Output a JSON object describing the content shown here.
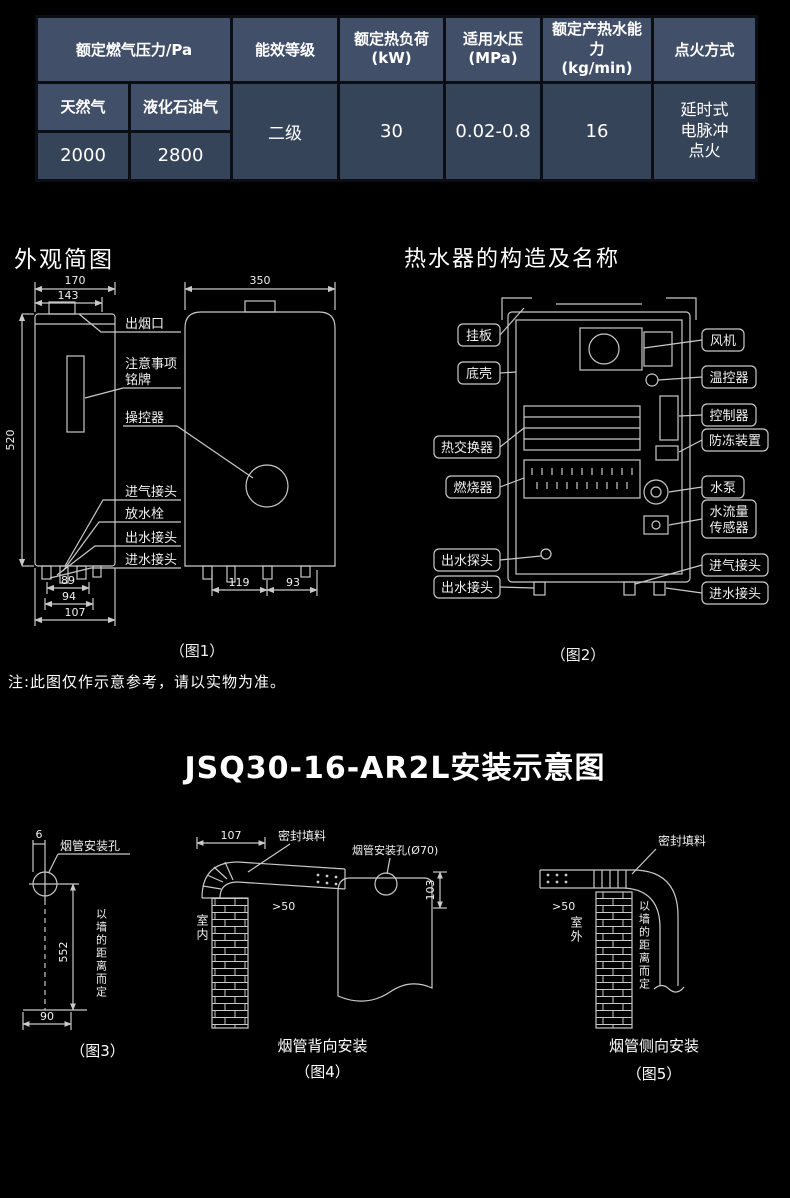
{
  "spec_table": {
    "headers": {
      "gas_pressure": "额定燃气压力/Pa",
      "energy_grade": "能效等级",
      "heat_load_line1": "额定热负荷",
      "heat_load_line2": "(kW)",
      "water_pressure_line1": "适用水压",
      "water_pressure_line2": "(MPa)",
      "capacity_line1": "额定产热水能力",
      "capacity_line2": "(kg/min)",
      "ignition": "点火方式"
    },
    "sub_headers": {
      "natural_gas": "天然气",
      "lpg": "液化石油气"
    },
    "values": {
      "natural_gas_pressure": "2000",
      "lpg_pressure": "2800",
      "energy_grade": "二级",
      "heat_load": "30",
      "water_pressure": "0.02-0.8",
      "capacity": "16",
      "ignition": "延时式\n电脉冲\n点火"
    },
    "colors": {
      "header_bg": "#414f69",
      "cell_bg": "#364459"
    }
  },
  "appearance": {
    "title": "外观简图",
    "caption": "（图1）",
    "note": "注:此图仅作示意参考，请以实物为准。",
    "dims": {
      "top_width": "170",
      "top_width_inner": "143",
      "front_width": "350",
      "height": "520",
      "bottom1": "89",
      "bottom2": "94",
      "bottom3": "107",
      "bottom4": "119",
      "bottom5": "93"
    },
    "labels": {
      "smoke_outlet": "出烟口",
      "nameplate_line1": "注意事项",
      "nameplate_line2": "铭牌",
      "controller": "操控器",
      "gas_inlet": "进气接头",
      "drain_plug": "放水栓",
      "water_outlet": "出水接头",
      "water_inlet": "进水接头"
    }
  },
  "structure": {
    "title": "热水器的构造及名称",
    "caption": "（图2）",
    "left_labels": {
      "hanging_plate": "挂板",
      "bottom_shell": "底壳",
      "heat_exchanger": "热交换器",
      "burner": "燃烧器",
      "outlet_probe": "出水探头",
      "water_outlet": "出水接头"
    },
    "right_labels": {
      "fan": "风机",
      "thermostat": "温控器",
      "controller": "控制器",
      "antifreeze": "防冻装置",
      "pump": "水泵",
      "flow_sensor_line1": "水流量",
      "flow_sensor_line2": "传感器",
      "gas_inlet": "进气接头",
      "water_inlet": "进水接头"
    }
  },
  "installation": {
    "title": "JSQ30-16-AR2L安装示意图",
    "fig3": {
      "caption": "（图3）",
      "hole_label": "烟管安装孔",
      "dim_offset": "6",
      "dim_height": "552",
      "wall_note": "以墙的距离而定",
      "dim_bottom": "90"
    },
    "fig4": {
      "caption": "（图4）",
      "name": "烟管背向安装",
      "dim_top": "107",
      "seal_label": "密封填料",
      "hole_label": "烟管安装孔(Ø70)",
      "gap": ">50",
      "dim_side": "103",
      "room": "室内"
    },
    "fig5": {
      "caption": "（图5）",
      "name": "烟管侧向安装",
      "seal_label": "密封填料",
      "gap": ">50",
      "room": "室外",
      "wall_note": "以墙的距离而定"
    }
  }
}
